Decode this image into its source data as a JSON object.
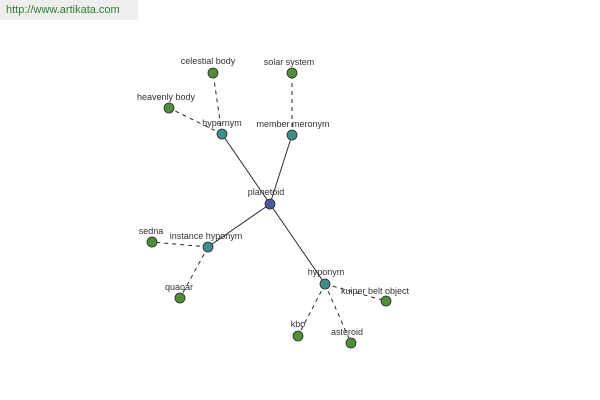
{
  "banner": {
    "url": "http://www.artikata.com"
  },
  "colors": {
    "root": "#4a5a9a",
    "relation": "#3d8f8a",
    "leaf": "#4f8f3a",
    "stroke": "#2a2a2a",
    "link": "#2e7d32"
  },
  "graph": {
    "nodes": [
      {
        "id": "planetoid",
        "label": "planetoid",
        "kind": "root"
      },
      {
        "id": "hypernym",
        "label": "hypernym",
        "kind": "relation"
      },
      {
        "id": "member_meronym",
        "label": "member meronym",
        "kind": "relation"
      },
      {
        "id": "instance_hyponym",
        "label": "instance hyponym",
        "kind": "relation"
      },
      {
        "id": "hyponym",
        "label": "hyponym",
        "kind": "relation"
      },
      {
        "id": "celestial_body",
        "label": "celestial body",
        "kind": "leaf"
      },
      {
        "id": "heavenly_body",
        "label": "heavenly body",
        "kind": "leaf"
      },
      {
        "id": "solar_system",
        "label": "solar system",
        "kind": "leaf"
      },
      {
        "id": "sedna",
        "label": "sedna",
        "kind": "leaf"
      },
      {
        "id": "quaoar",
        "label": "quaoar",
        "kind": "leaf"
      },
      {
        "id": "kuiper_belt_object",
        "label": "kuiper belt object",
        "kind": "leaf"
      },
      {
        "id": "kbo",
        "label": "kbo",
        "kind": "leaf"
      },
      {
        "id": "asteroid",
        "label": "asteroid",
        "kind": "leaf"
      }
    ],
    "edges": [
      {
        "from": "planetoid",
        "to": "hypernym",
        "style": "solid"
      },
      {
        "from": "planetoid",
        "to": "member_meronym",
        "style": "solid"
      },
      {
        "from": "planetoid",
        "to": "instance_hyponym",
        "style": "solid"
      },
      {
        "from": "planetoid",
        "to": "hyponym",
        "style": "solid"
      },
      {
        "from": "hypernym",
        "to": "celestial_body",
        "style": "dashed"
      },
      {
        "from": "hypernym",
        "to": "heavenly_body",
        "style": "dashed"
      },
      {
        "from": "member_meronym",
        "to": "solar_system",
        "style": "dashed"
      },
      {
        "from": "instance_hyponym",
        "to": "sedna",
        "style": "dashed"
      },
      {
        "from": "instance_hyponym",
        "to": "quaoar",
        "style": "dashed"
      },
      {
        "from": "hyponym",
        "to": "kuiper_belt_object",
        "style": "dashed"
      },
      {
        "from": "hyponym",
        "to": "kbo",
        "style": "dashed"
      },
      {
        "from": "hyponym",
        "to": "asteroid",
        "style": "dashed"
      }
    ]
  }
}
